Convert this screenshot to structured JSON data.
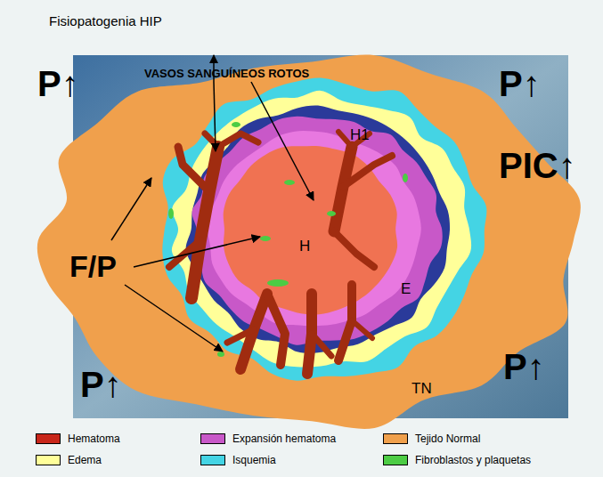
{
  "diagram": {
    "title": "Fisiopatogenia HIP",
    "labels": [
      "VASOS SANGUÍNEOS ROTOS",
      "P↑",
      "P↑",
      "PIC↑",
      "F/P",
      "H1",
      "H",
      "E",
      "TN",
      "P↑",
      "P↑"
    ],
    "legend": [
      {
        "text": "Hematoma",
        "color": "#c8261a"
      },
      {
        "text": "Expansión hematoma",
        "color": "#c858c8"
      },
      {
        "text": "Tejido Normal",
        "color": "#f0a04c"
      },
      {
        "text": "Edema",
        "color": "#ffff99"
      },
      {
        "text": "Isquemia",
        "color": "#44d4e4"
      },
      {
        "text": "Fibroblastos y plaquetas",
        "color": "#4ccc44"
      }
    ]
  }
}
